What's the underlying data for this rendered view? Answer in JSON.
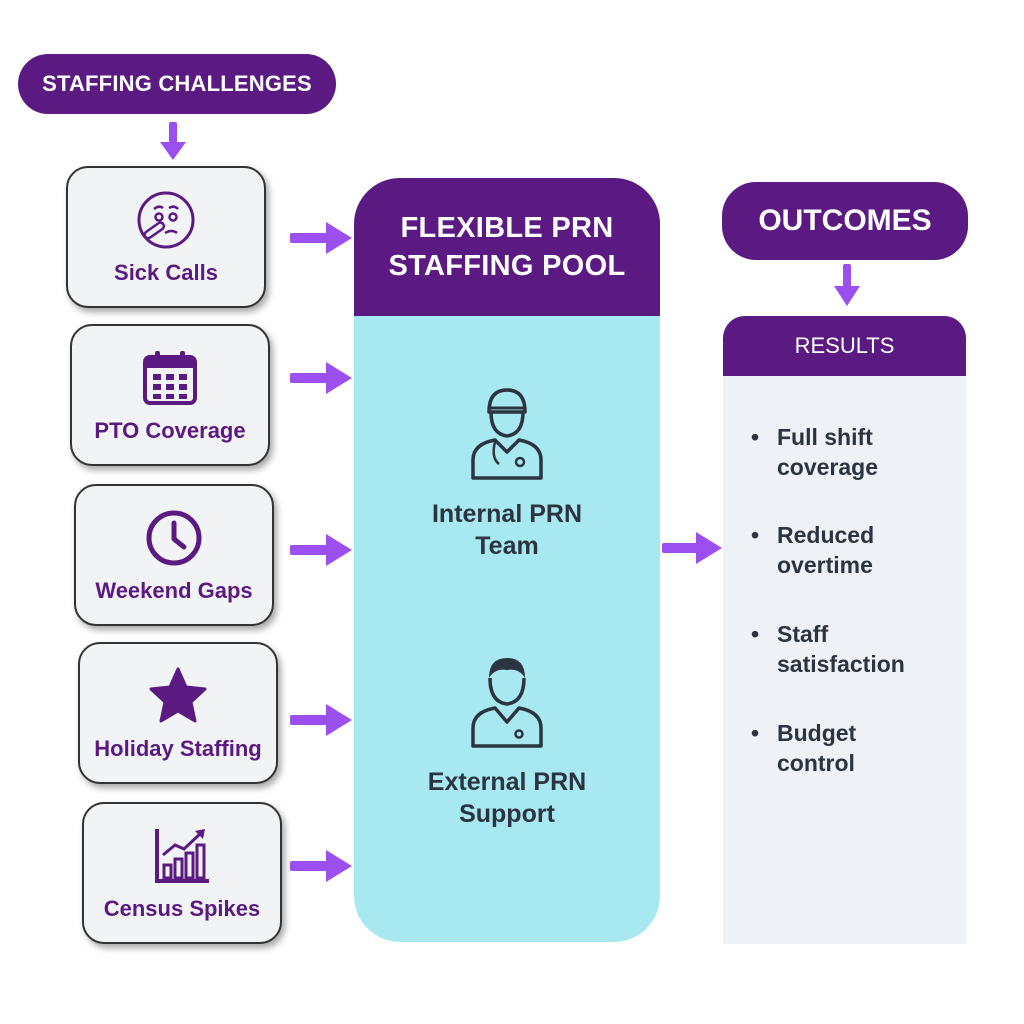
{
  "challenges_header": "STAFFING CHALLENGES",
  "challenges": [
    {
      "label": "Sick Calls",
      "icon": "sick-face-icon"
    },
    {
      "label": "PTO Coverage",
      "icon": "calendar-icon"
    },
    {
      "label": "Weekend Gaps",
      "icon": "clock-icon"
    },
    {
      "label": "Holiday Staffing",
      "icon": "star-icon"
    },
    {
      "label": "Census Spikes",
      "icon": "growth-chart-icon"
    }
  ],
  "pool": {
    "title_line1": "FLEXIBLE PRN",
    "title_line2": "STAFFING POOL",
    "items": [
      {
        "line1": "Internal PRN",
        "line2": "Team",
        "icon": "nurse-icon"
      },
      {
        "line1": "External PRN",
        "line2": "Support",
        "icon": "doctor-icon"
      }
    ]
  },
  "outcomes_header": "OUTCOMES",
  "results": {
    "header": "RESULTS",
    "items": [
      {
        "line1": "Full shift",
        "line2": "coverage"
      },
      {
        "line1": "Reduced",
        "line2": "overtime"
      },
      {
        "line1": "Staff",
        "line2": "satisfaction"
      },
      {
        "line1": "Budget",
        "line2": "control"
      }
    ]
  },
  "colors": {
    "purple": "#5a1a82",
    "arrow": "#9b4ff0",
    "pool_bg": "#a8e8f1",
    "results_bg": "#eef1f5"
  }
}
